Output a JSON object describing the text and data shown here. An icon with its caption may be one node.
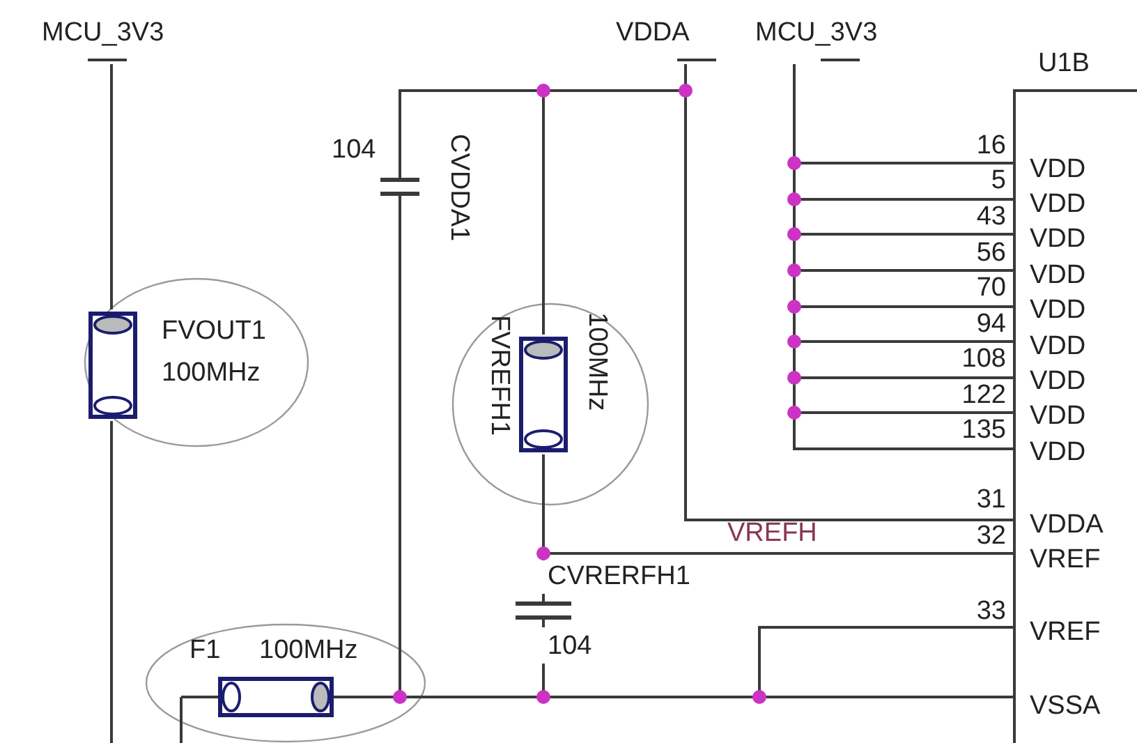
{
  "diagram": {
    "nodes": [
      {
        "text": [
          "MCU_3V3"
        ]
      },
      {
        "text": [
          "VDDA"
        ]
      },
      {
        "text": [
          "MCU_3V3"
        ]
      },
      {
        "text": [
          "U1B",
          "VDD",
          "VDD",
          "VDD",
          "VDD",
          "VDD",
          "VDD",
          "VDD",
          "VDD",
          "VDD",
          "VDDA",
          "VREF",
          "VREF",
          "VSSA"
        ]
      },
      {
        "text": [
          "FVOUT1",
          "100MHz"
        ]
      },
      {
        "text": [
          "104",
          "CVDDA1"
        ]
      },
      {
        "text": [
          "FVREFH1",
          "100MHz"
        ]
      },
      {
        "text": [
          "CVRERFH1",
          "104"
        ]
      },
      {
        "text": [
          "F1",
          "100MHz"
        ]
      }
    ],
    "edges": [
      {
        "from": 0,
        "to": 4,
        "arrow": "none"
      },
      {
        "from": 4,
        "to": null,
        "arrow": "none"
      },
      {
        "from": 1,
        "to": 5,
        "arrow": "none"
      },
      {
        "from": 1,
        "to": 6,
        "arrow": "none"
      },
      {
        "from": 1,
        "to": 3,
        "arrow": "none"
      },
      {
        "from": 2,
        "to": 3,
        "arrow": "none"
      },
      {
        "from": 5,
        "to": 8,
        "arrow": "none"
      },
      {
        "from": 5,
        "to": 3,
        "arrow": "none"
      },
      {
        "from": 6,
        "to": 7,
        "arrow": "none"
      },
      {
        "from": 6,
        "to": 3,
        "arrow": "none",
        "label": "VREFH"
      },
      {
        "from": 7,
        "to": 3,
        "arrow": "none"
      },
      {
        "from": 8,
        "to": 3,
        "arrow": "none"
      },
      {
        "from": 8,
        "to": null,
        "arrow": "none"
      }
    ],
    "labels": [
      "16",
      "5",
      "43",
      "56",
      "70",
      "94",
      "108",
      "122",
      "135",
      "31",
      "32",
      "33"
    ]
  }
}
